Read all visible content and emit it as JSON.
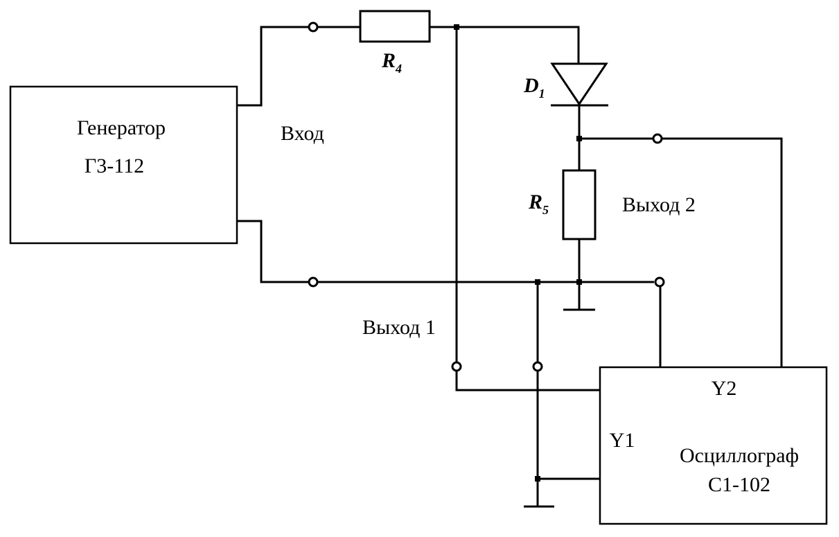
{
  "generator": {
    "line1": "Генератор",
    "line2": "Г3-112"
  },
  "oscilloscope": {
    "name": "Осциллограф",
    "model": "С1-102",
    "y1": "Y1",
    "y2": "Y2"
  },
  "labels": {
    "input": "Вход",
    "output1": "Выход 1",
    "output2": "Выход 2"
  },
  "components": {
    "r4": {
      "letter": "R",
      "index": "4"
    },
    "d1": {
      "letter": "D",
      "index": "1"
    },
    "r5": {
      "letter": "R",
      "index": "5"
    }
  }
}
